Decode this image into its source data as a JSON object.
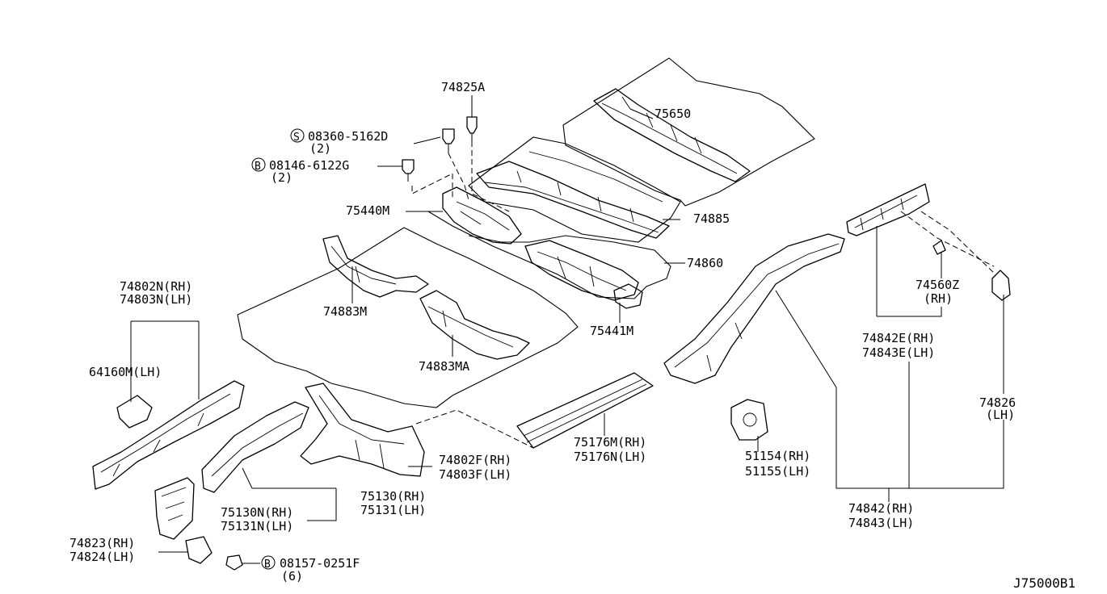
{
  "diagram_code": "J75000B1",
  "labels": {
    "p74825A": "74825A",
    "s08360": "08360-5162D",
    "s08360_qty": "(2)",
    "b08146": "08146-6122G",
    "b08146_qty": "(2)",
    "p75650": "75650",
    "p75440M": "75440M",
    "p74885": "74885",
    "p74860": "74860",
    "p75441M": "75441M",
    "p74883M": "74883M",
    "p74883MA": "74883MA",
    "p74802N": "74802N(RH)",
    "p74803N": "74803N(LH)",
    "p64160M": "64160M(LH)",
    "p74802F": "74802F(RH)",
    "p74803F": "74803F(LH)",
    "p75176M": "75176M(RH)",
    "p75176N": "75176N(LH)",
    "p75130": "75130(RH)",
    "p75131": "75131(LH)",
    "p75130N": "75130N(RH)",
    "p75131N": "75131N(LH)",
    "p74823": "74823(RH)",
    "p74824": "74824(LH)",
    "b08157": "08157-0251F",
    "b08157_qty": "(6)",
    "p74560Z": "74560Z",
    "p74560Z_side": "(RH)",
    "p74842E": "74842E(RH)",
    "p74843E": "74843E(LH)",
    "p74826": "74826",
    "p74826_side": "(LH)",
    "p51154": "51154(RH)",
    "p51155": "51155(LH)",
    "p74842": "74842(RH)",
    "p74843": "74843(LH)"
  },
  "symbols": {
    "screw_prefix": "S",
    "bolt_prefix": "B"
  }
}
